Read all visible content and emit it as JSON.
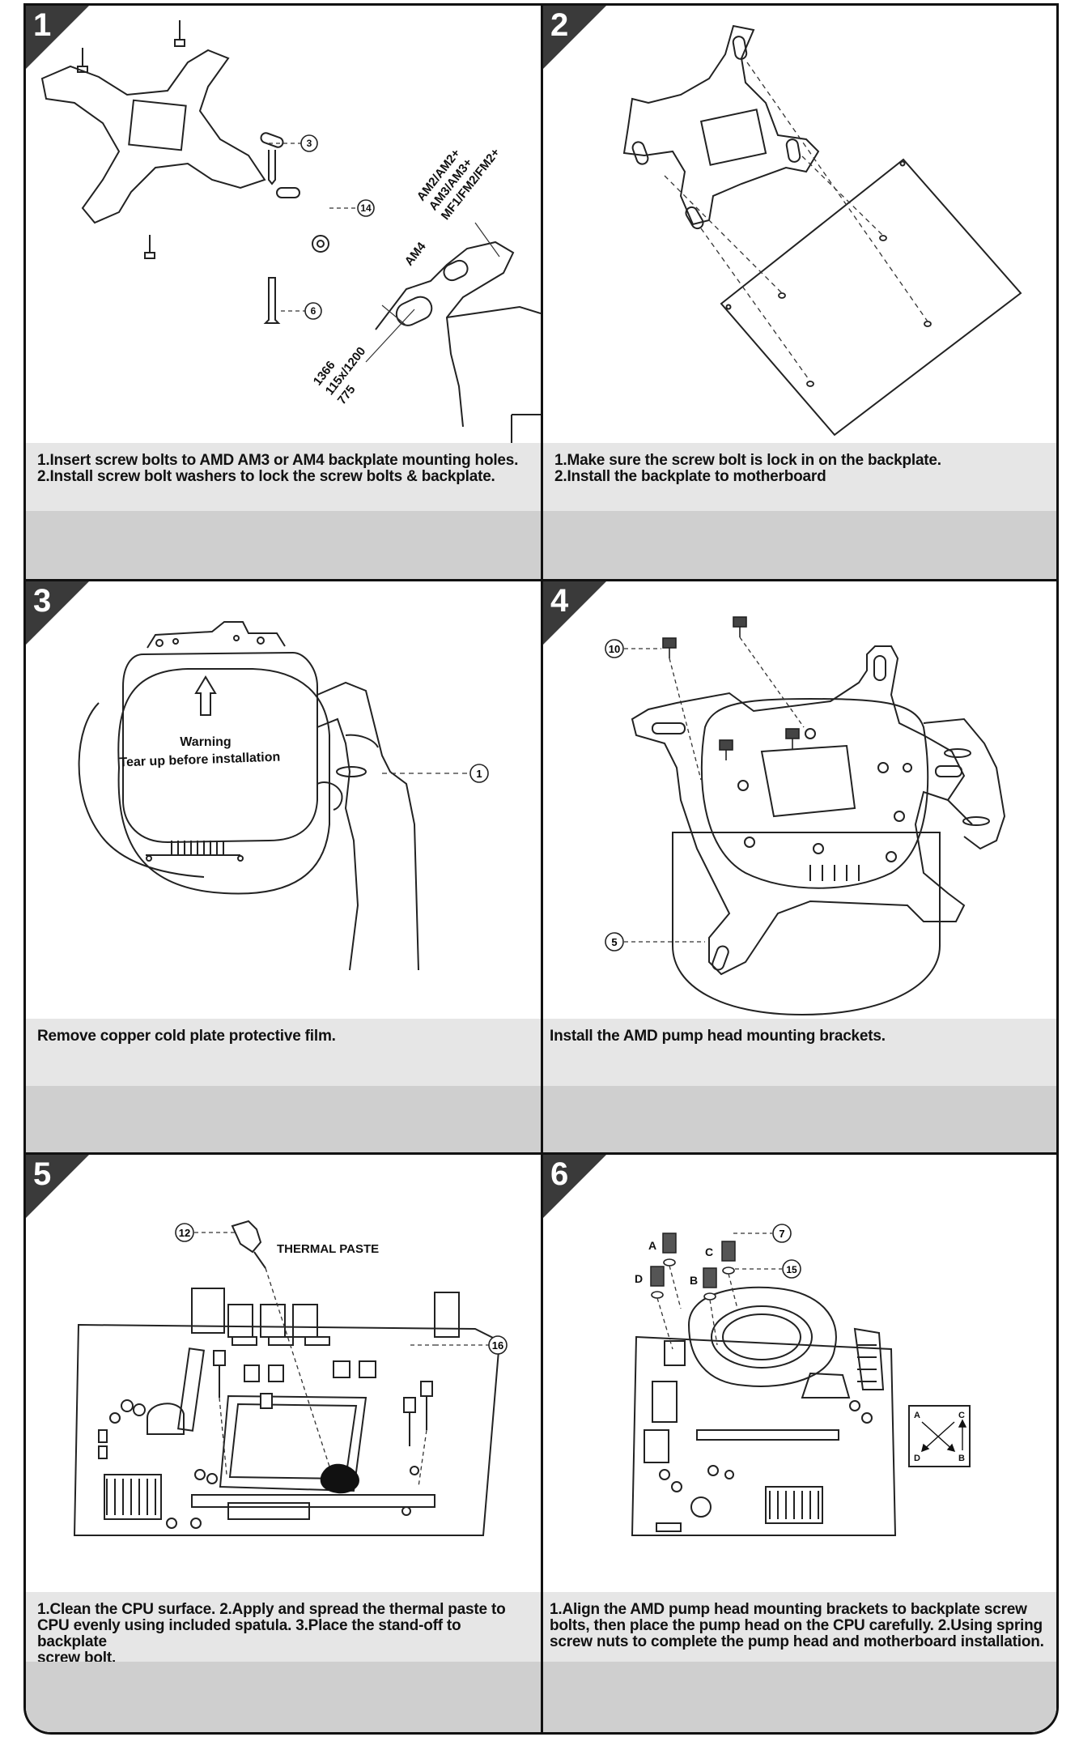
{
  "panels": [
    {
      "number": "1",
      "caption": [
        "1.Insert screw bolts to AMD AM3 or AM4 backplate mounting holes.",
        "2.Install screw bolt washers to lock the screw bolts & backplate."
      ],
      "callouts": [
        "3",
        "14",
        "6"
      ],
      "labels": {
        "amd": "AM2/AM2+",
        "amd2": "AM3/AM3+",
        "amd3": "MF1/FM2/FM2+",
        "am4": "AM4",
        "i1366": "1366",
        "i115x": "115x/1200",
        "i775": "775"
      }
    },
    {
      "number": "2",
      "caption": [
        "1.Make sure the screw bolt is lock in on the backplate.",
        "2.Install the backplate to motherboard"
      ]
    },
    {
      "number": "3",
      "caption": [
        "Remove copper cold plate protective film."
      ],
      "callouts": [
        "1"
      ],
      "labels": {
        "warning": "Warning",
        "tear": "Tear up before installation"
      }
    },
    {
      "number": "4",
      "caption": [
        "Install the AMD pump head mounting brackets."
      ],
      "callouts": [
        "10",
        "5"
      ]
    },
    {
      "number": "5",
      "caption": [
        "1.Clean the CPU surface. 2.Apply and spread the thermal paste to",
        "CPU evenly using included spatula. 3.Place the stand-off to backplate",
        "screw bolt."
      ],
      "callouts": [
        "12",
        "16"
      ],
      "labels": {
        "paste": "THERMAL PASTE"
      }
    },
    {
      "number": "6",
      "caption": [
        "1.Align the AMD pump head mounting brackets to backplate screw",
        "bolts, then place the pump head on the CPU carefully. 2.Using spring",
        "screw nuts to complete the pump head and motherboard installation."
      ],
      "callouts": [
        "7",
        "15"
      ],
      "labels": {
        "a": "A",
        "b": "B",
        "c": "C",
        "d": "D"
      }
    }
  ]
}
